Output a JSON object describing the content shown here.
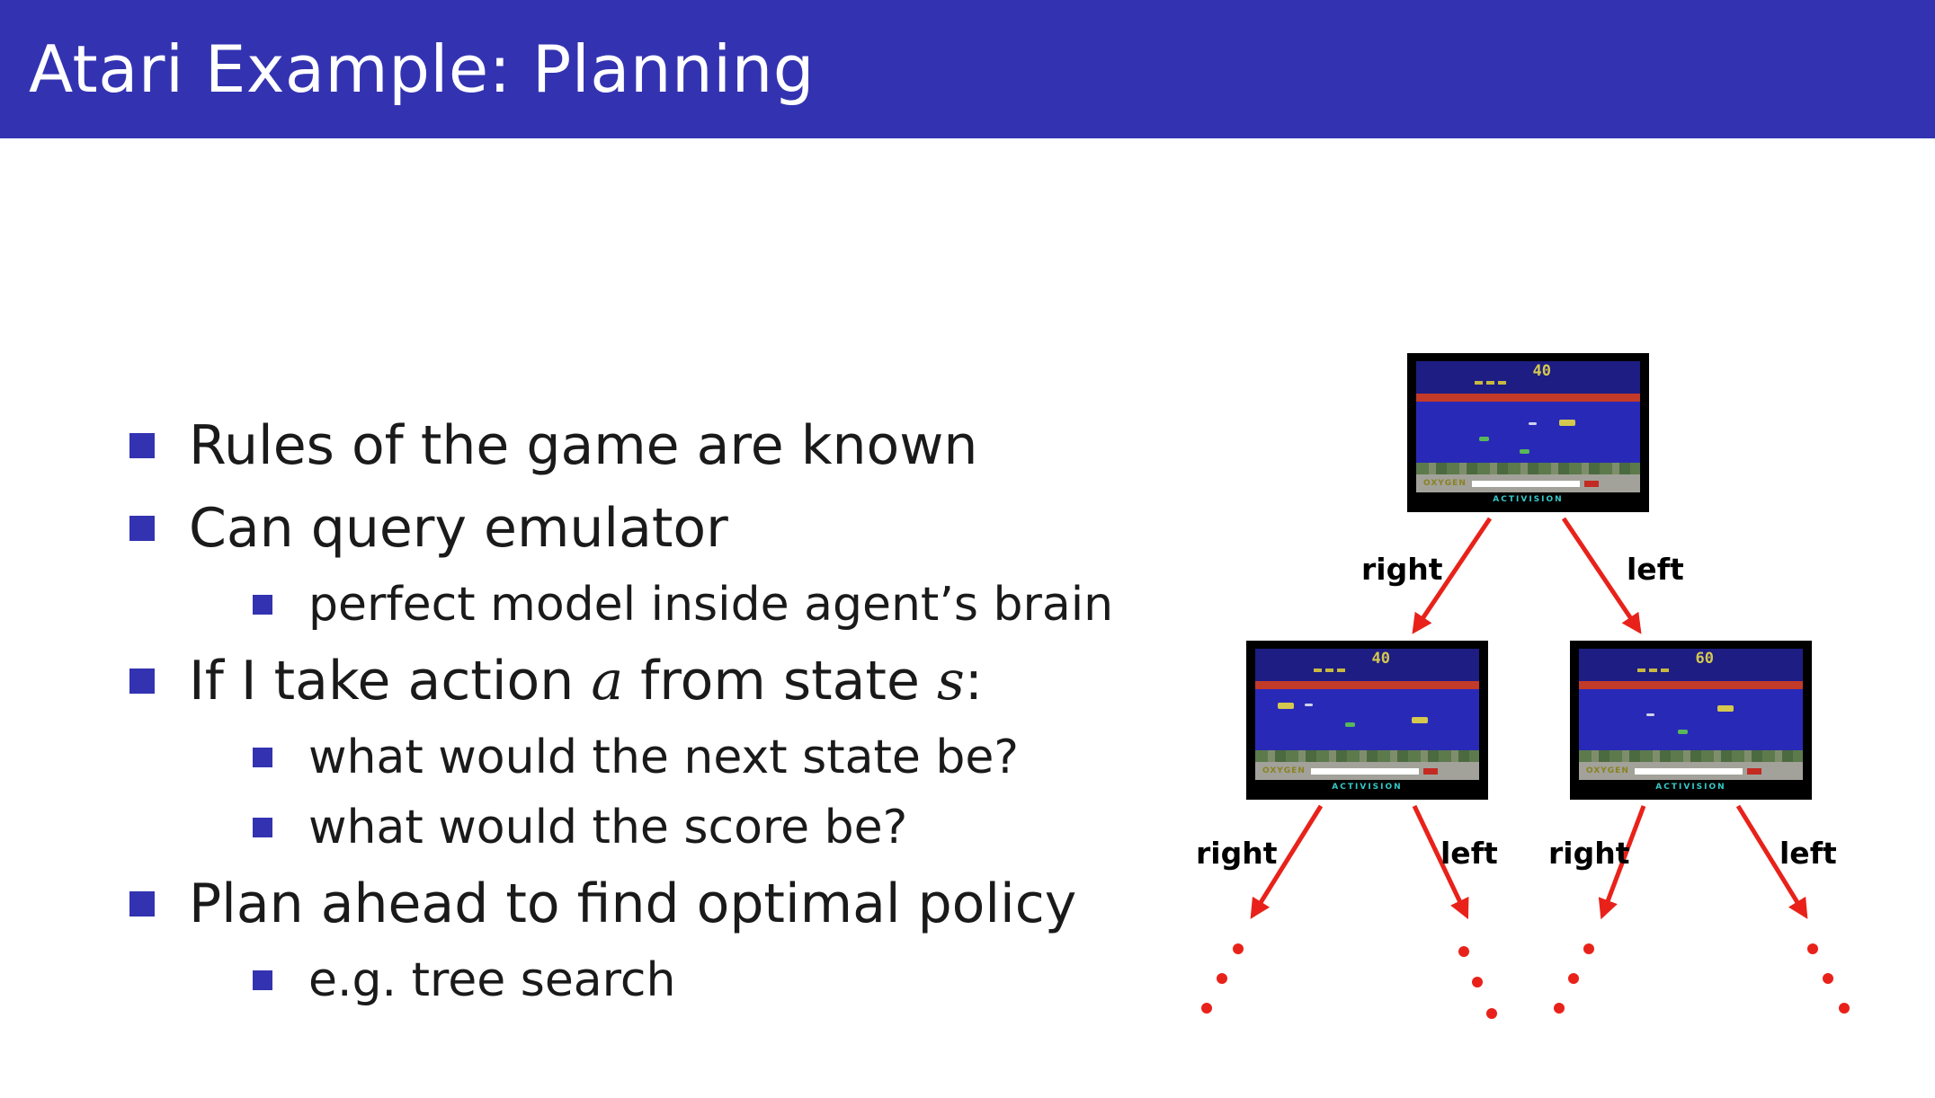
{
  "header": {
    "title": "Atari Example: Planning",
    "bar_color": "#3333b2"
  },
  "accent_color": "#3333b2",
  "bullets": {
    "item1": "Rules of the game are known",
    "item2": "Can query emulator",
    "item2a": "perfect model inside agent’s brain",
    "item3": {
      "pre": "If I take action",
      "var_a": "a",
      "mid": "from state",
      "var_s": "s",
      "post": ":"
    },
    "item3a": "what would the next state be?",
    "item3b": "what would the score be?",
    "item4": "Plan ahead to find optimal policy",
    "item4a": "e.g. tree search"
  },
  "diagram": {
    "arrow_color": "#e8221a",
    "actions": [
      "right",
      "left",
      "right",
      "left",
      "right",
      "left"
    ],
    "screens": {
      "root": {
        "score": "40"
      },
      "left_child": {
        "score": "40"
      },
      "right_child": {
        "score": "60"
      }
    },
    "screen_text": {
      "oxygen_label": "OXYGEN",
      "brand_label": "ACTIVISION"
    }
  }
}
